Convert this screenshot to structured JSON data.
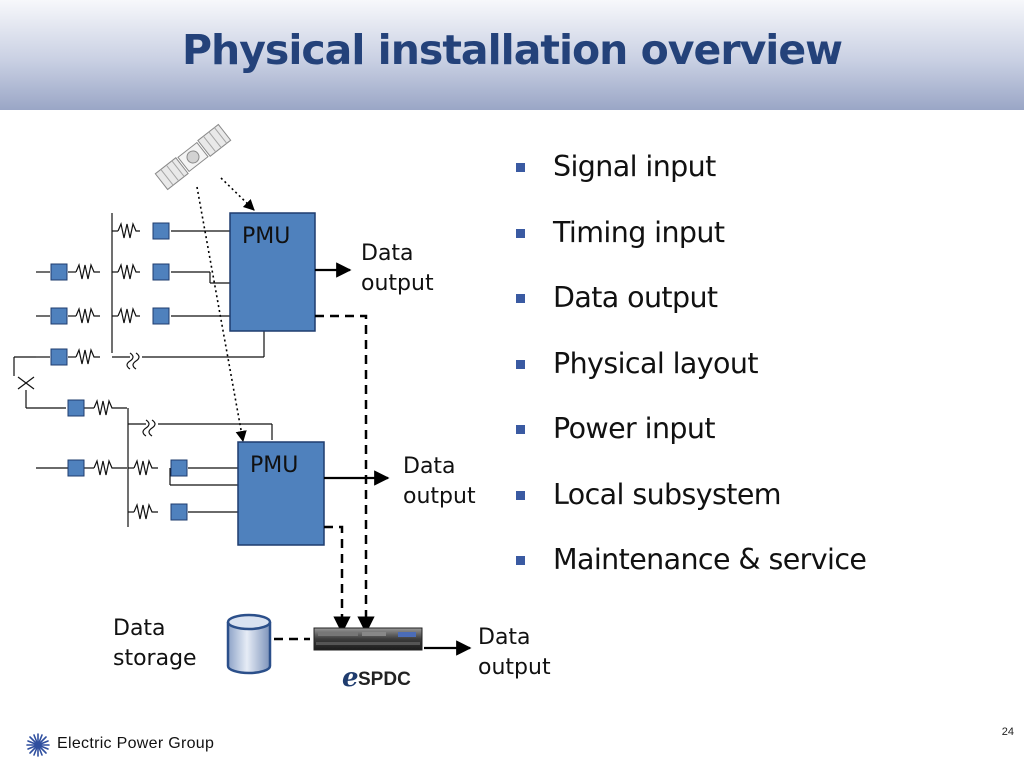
{
  "slide": {
    "title": "Physical installation overview",
    "bullets": [
      "Signal input",
      "Timing input",
      "Data output",
      "Physical layout",
      "Power input",
      "Local subsystem",
      "Maintenance & service"
    ],
    "page_number": "24"
  },
  "diagram": {
    "pmu_top_label": "PMU",
    "pmu_bottom_label": "PMU",
    "data_output_top": [
      "Data",
      "output"
    ],
    "data_output_mid": [
      "Data",
      "output"
    ],
    "data_output_bottom": [
      "Data",
      "output"
    ],
    "data_storage": [
      "Data",
      "storage"
    ],
    "device_logo_mark": "e",
    "device_logo_text": "SPDC"
  },
  "footer": {
    "brand": "Electric Power Group"
  },
  "colors": {
    "pmu_fill": "#4f81bd",
    "bullet": "#3a5aa2",
    "title": "#24427a"
  }
}
